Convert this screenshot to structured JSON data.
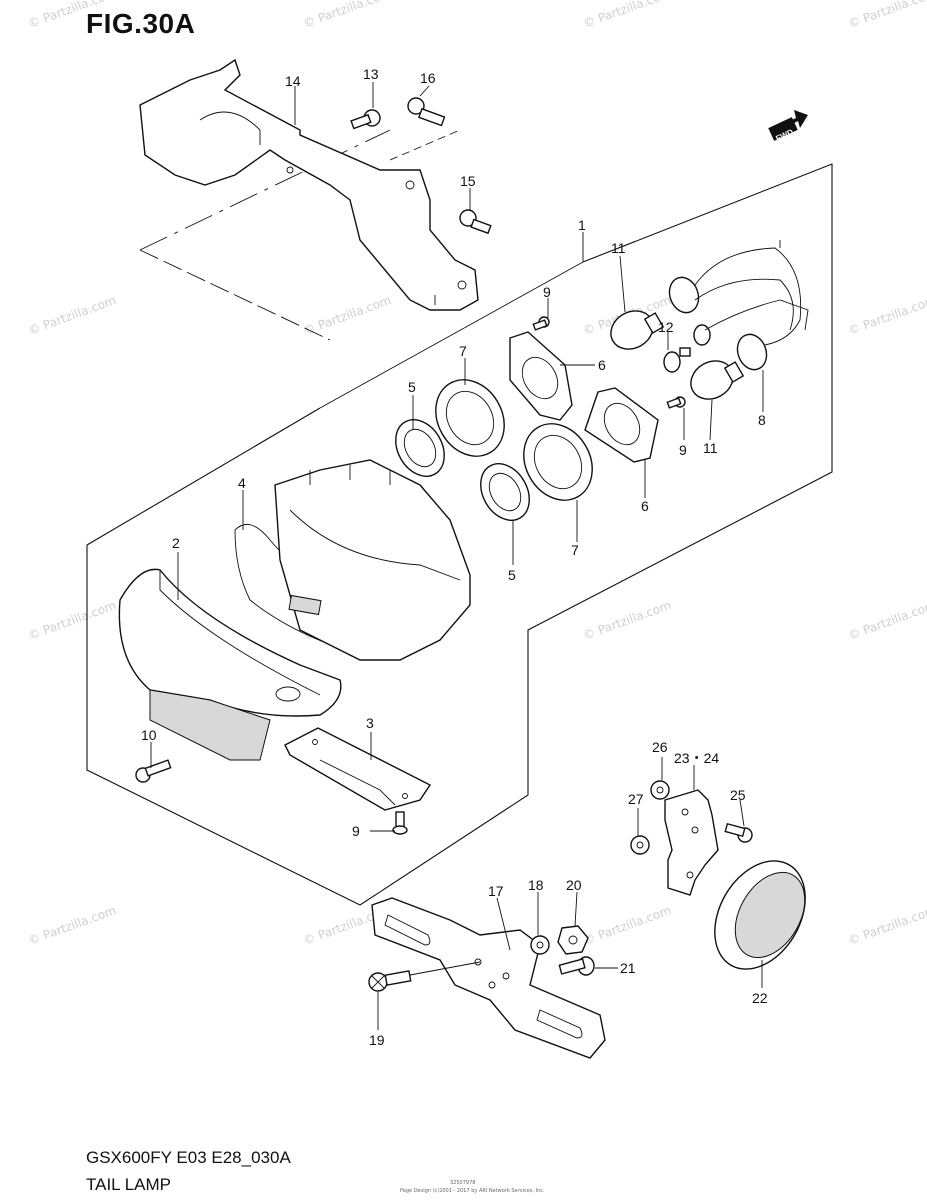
{
  "figure": {
    "title": "FIG.30A",
    "code": "GSX600FY E03 E28_030A",
    "name": "TAIL LAMP",
    "fwd_label": "FWD",
    "fine_print_1": "32507978",
    "fine_print_2": "Page Design (c)2001 - 2017 by ARI Network Services, Inc."
  },
  "watermark": "© Partzilla.com",
  "callouts": {
    "c1": "1",
    "c2": "2",
    "c3": "3",
    "c4": "4",
    "c5a": "5",
    "c5b": "5",
    "c6a": "6",
    "c6b": "6",
    "c7a": "7",
    "c7b": "7",
    "c8": "8",
    "c9a": "9",
    "c9b": "9",
    "c9c": "9",
    "c10": "10",
    "c11a": "11",
    "c11b": "11",
    "c12": "12",
    "c13": "13",
    "c14": "14",
    "c15": "15",
    "c16": "16",
    "c17": "17",
    "c18": "18",
    "c19": "19",
    "c20": "20",
    "c21": "21",
    "c22": "22",
    "c2324": "23・24",
    "c25": "25",
    "c26": "26",
    "c27": "27"
  }
}
